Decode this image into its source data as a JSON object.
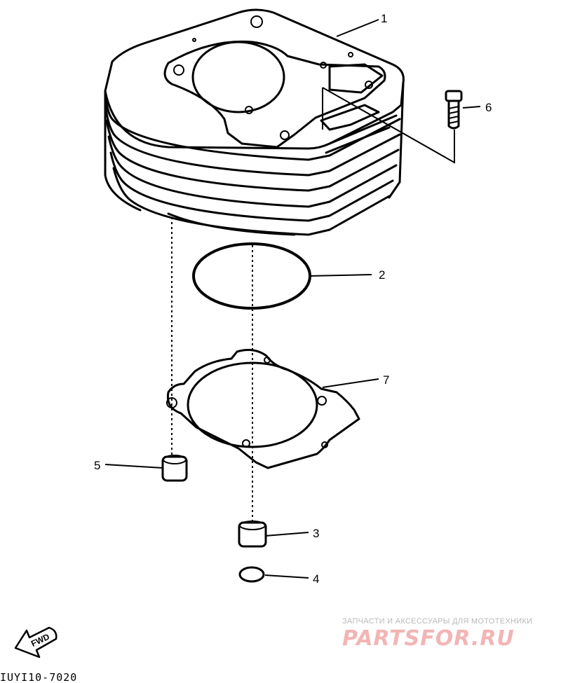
{
  "callouts": {
    "c1": "1",
    "c2": "2",
    "c3": "3",
    "c4": "4",
    "c5": "5",
    "c6": "6",
    "c7": "7"
  },
  "orientation": {
    "label": "FWD"
  },
  "diagram_code": "IUYI10-7020",
  "watermark": {
    "tagline": "ЗАПЧАСТИ И АКСЕССУАРЫ ДЛЯ МОТОТЕХНИКИ",
    "brand": "PARTSFOR.RU",
    "color": "#f2b5b5"
  },
  "parts_icons": [
    "cylinder-icon",
    "o-ring-icon",
    "dowel-pin-icon",
    "small-o-ring-icon",
    "bolt-icon",
    "gasket-icon"
  ]
}
